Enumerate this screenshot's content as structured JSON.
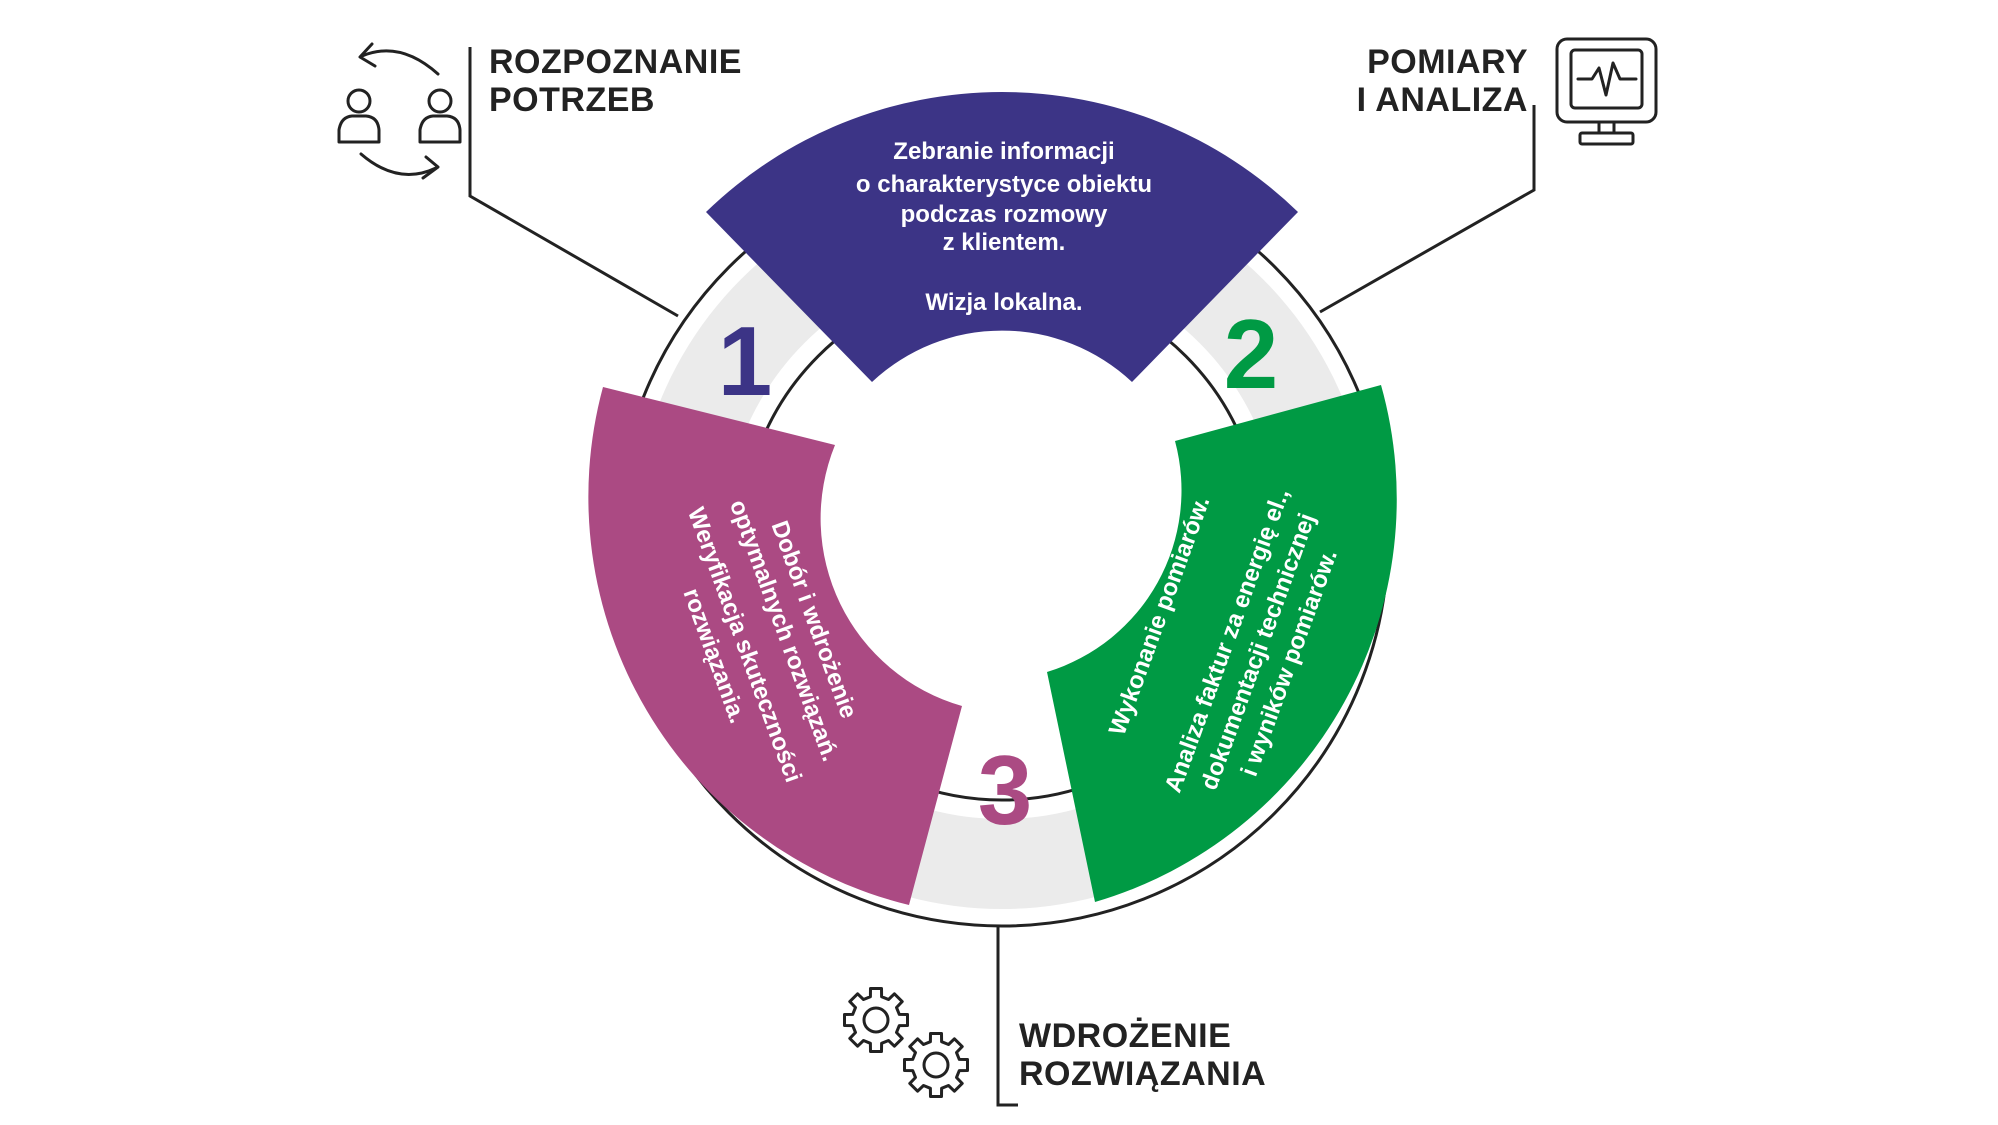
{
  "colors": {
    "step1": "#3c3486",
    "step2": "#009a44",
    "step3": "#ab4a83",
    "ring_fill": "#ebebeb",
    "line": "#222222"
  },
  "steps": [
    {
      "number": "1",
      "heading": [
        "ROZPOZNANIE",
        "POTRZEB"
      ],
      "icon": "people-exchange-icon",
      "text_lines": [
        "Zebranie informacji",
        "o charakterystyce obiektu",
        "podczas rozmowy",
        "z klientem.",
        "",
        "Wizja lokalna."
      ]
    },
    {
      "number": "2",
      "heading": [
        "POMIARY",
        "I ANALIZA"
      ],
      "icon": "monitor-waveform-icon",
      "text_lines": [
        "Wykonanie pomiarów.",
        "",
        "Analiza faktur za energię el.,",
        "dokumentacji technicznej",
        "i wyników pomiarów."
      ]
    },
    {
      "number": "3",
      "heading": [
        "WDROŻENIE",
        "ROZWIĄZANIA"
      ],
      "icon": "gears-icon",
      "text_lines": [
        "Dobór i wdrożenie",
        "optymalnych rozwiązań.",
        "Weryfikacja skuteczności",
        "rozwiązania."
      ]
    }
  ]
}
